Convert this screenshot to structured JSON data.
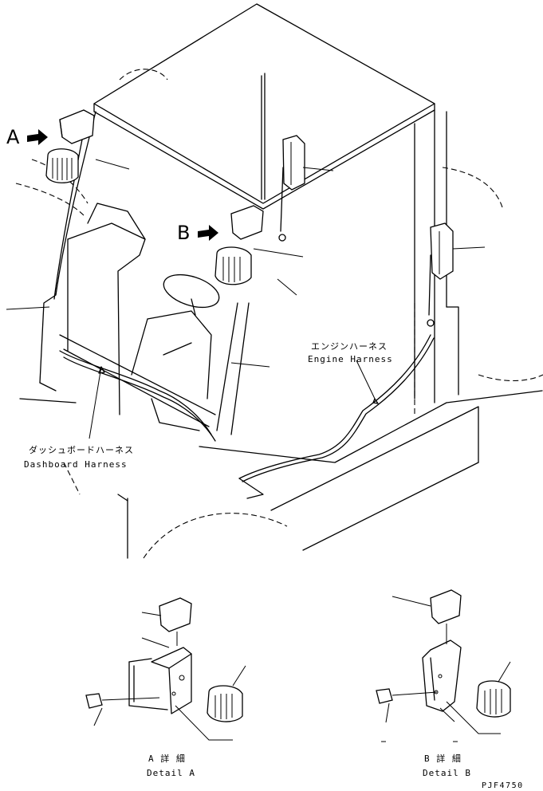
{
  "callouts": {
    "A": "A",
    "B": "B"
  },
  "harness_labels": {
    "engine_jp": "エンジンハーネス",
    "engine_en": "Engine Harness",
    "dashboard_jp": "ダッシュボードハーネス",
    "dashboard_en": "Dashboard Harness"
  },
  "details": {
    "a_jp": "A 詳 細",
    "a_en": "Detail A",
    "b_jp": "B 詳 細",
    "b_en": "Detail B"
  },
  "drawing_code": "PJF4750"
}
